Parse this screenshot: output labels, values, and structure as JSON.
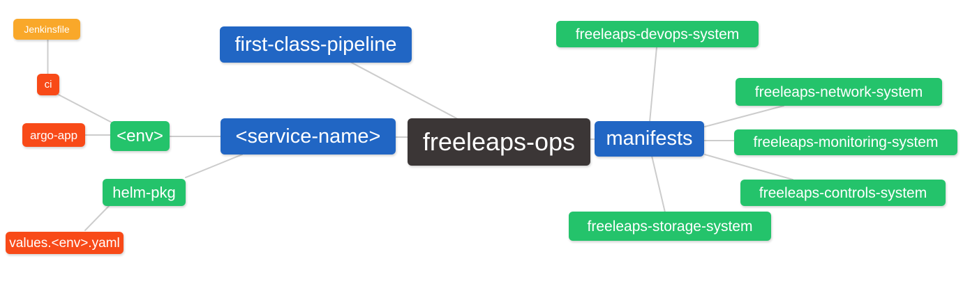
{
  "diagram": {
    "type": "mindmap",
    "root_id": "ops",
    "background": "#ffffff"
  },
  "palette": {
    "primary_blue": "#2166c4",
    "green": "#24c36b",
    "red_orange": "#f84a18",
    "orange": "#f9a82a",
    "dark": "#3b3636",
    "edge_line": "#cccccc",
    "node_text": "#ffffff"
  },
  "nodes": {
    "ops": {
      "label": "freeleaps-ops",
      "color": "#3b3636"
    },
    "pipeline": {
      "label": "first-class-pipeline",
      "color": "#2166c4"
    },
    "service": {
      "label": "<service-name>",
      "color": "#2166c4"
    },
    "manifests": {
      "label": "manifests",
      "color": "#2166c4"
    },
    "env": {
      "label": "<env>",
      "color": "#24c36b"
    },
    "helm_pkg": {
      "label": "helm-pkg",
      "color": "#24c36b"
    },
    "ci": {
      "label": "ci",
      "color": "#f84a18"
    },
    "argo_app": {
      "label": "argo-app",
      "color": "#f84a18"
    },
    "values_yaml": {
      "label": "values.<env>.yaml",
      "color": "#f84a18"
    },
    "jenkinsfile": {
      "label": "Jenkinsfile",
      "color": "#f9a82a"
    },
    "devops": {
      "label": "freeleaps-devops-system",
      "color": "#24c36b"
    },
    "network": {
      "label": "freeleaps-network-system",
      "color": "#24c36b"
    },
    "monitoring": {
      "label": "freeleaps-monitoring-system",
      "color": "#24c36b"
    },
    "controls": {
      "label": "freeleaps-controls-system",
      "color": "#24c36b"
    },
    "storage": {
      "label": "freeleaps-storage-system",
      "color": "#24c36b"
    }
  },
  "edges": [
    [
      "jenkinsfile",
      "ci"
    ],
    [
      "ci",
      "env"
    ],
    [
      "argo_app",
      "env"
    ],
    [
      "env",
      "service"
    ],
    [
      "helm_pkg",
      "service"
    ],
    [
      "values_yaml",
      "helm_pkg"
    ],
    [
      "pipeline",
      "ops"
    ],
    [
      "service",
      "ops"
    ],
    [
      "ops",
      "manifests"
    ],
    [
      "manifests",
      "devops"
    ],
    [
      "manifests",
      "network"
    ],
    [
      "manifests",
      "monitoring"
    ],
    [
      "manifests",
      "controls"
    ],
    [
      "manifests",
      "storage"
    ]
  ]
}
